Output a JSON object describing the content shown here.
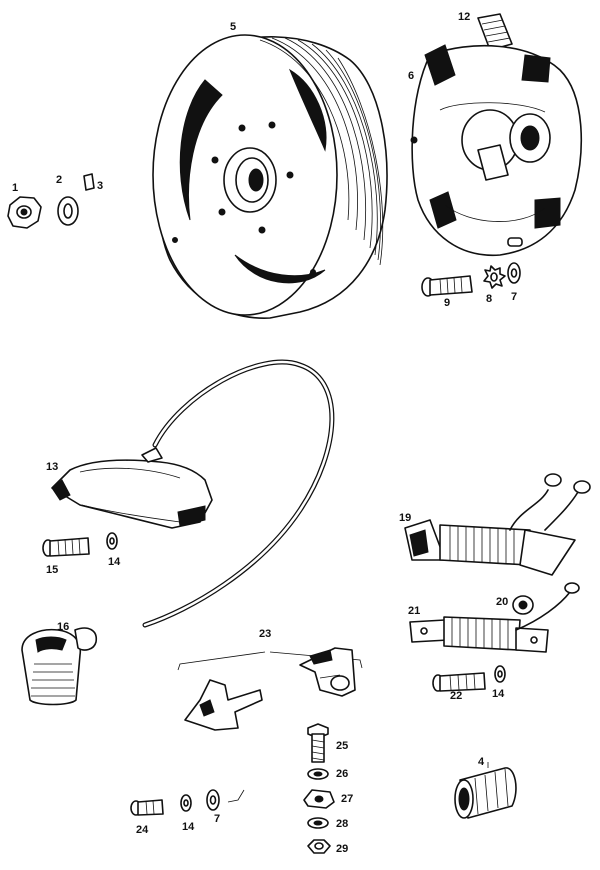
{
  "labels": {
    "n1": "1",
    "n2": "2",
    "n3": "3",
    "n4": "4",
    "n5": "5",
    "n6": "6",
    "n7a": "7",
    "n7b": "7",
    "n8": "8",
    "n9": "9",
    "n12": "12",
    "n13": "13",
    "n14a": "14",
    "n14b": "14",
    "n14c": "14",
    "n15": "15",
    "n16": "16",
    "n19": "19",
    "n20": "20",
    "n21": "21",
    "n22": "22",
    "n23": "23",
    "n24": "24",
    "n25": "25",
    "n26": "26",
    "n27": "27",
    "n28": "28",
    "n29": "29"
  }
}
